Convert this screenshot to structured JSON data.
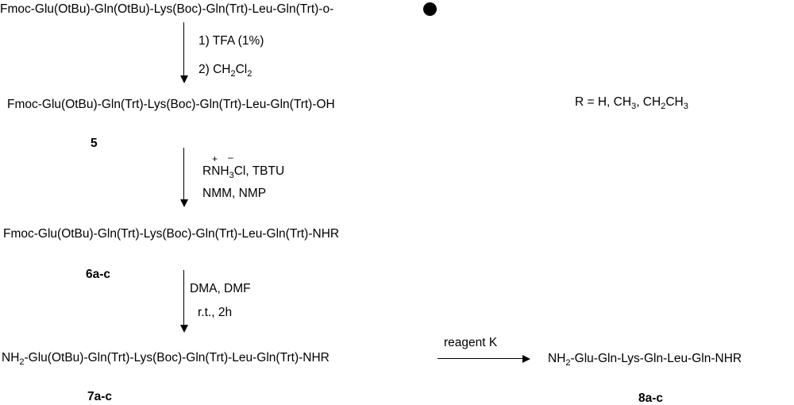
{
  "start": {
    "seq": "Fmoc-Glu(OtBu)-Gln(OtBu)-Lys(Boc)-Gln(Trt)-Leu-Gln(Trt)-o-",
    "resin_icon": "solid-black-circle"
  },
  "step1": {
    "line1": "1) TFA (1%)",
    "line2_pre": "2) CH",
    "line2_sub1": "2",
    "line2_mid": "Cl",
    "line2_sub2": "2"
  },
  "compound5": {
    "seq": "Fmoc-Glu(OtBu)-Gln(Trt)-Lys(Boc)-Gln(Trt)-Leu-Gln(Trt)-OH",
    "label": "5"
  },
  "r_def": {
    "pre": "R = H, CH",
    "sub1": "3",
    "mid": ", CH",
    "sub2": "2",
    "mid2": "CH",
    "sub3": "3"
  },
  "step2": {
    "plus": "+",
    "minus": "–",
    "line1_pre": "RNH",
    "line1_sub": "3",
    "line1_post": "Cl, TBTU",
    "line2": "NMM, NMP"
  },
  "compound6": {
    "seq": "Fmoc-Glu(OtBu)-Gln(Trt)-Lys(Boc)-Gln(Trt)-Leu-Gln(Trt)-NHR",
    "label": "6a-c"
  },
  "step3": {
    "line1": "DMA, DMF",
    "line2": "r.t., 2h"
  },
  "compound7": {
    "pre": "NH",
    "sub": "2",
    "seq": "-Glu(OtBu)-Gln(Trt)-Lys(Boc)-Gln(Trt)-Leu-Gln(Trt)-NHR",
    "label": "7a-c"
  },
  "step4": {
    "reagent": "reagent K"
  },
  "compound8": {
    "pre": "NH",
    "sub": "2",
    "seq": "-Glu-Gln-Lys-Gln-Leu-Gln-NHR",
    "label": "8a-c"
  }
}
